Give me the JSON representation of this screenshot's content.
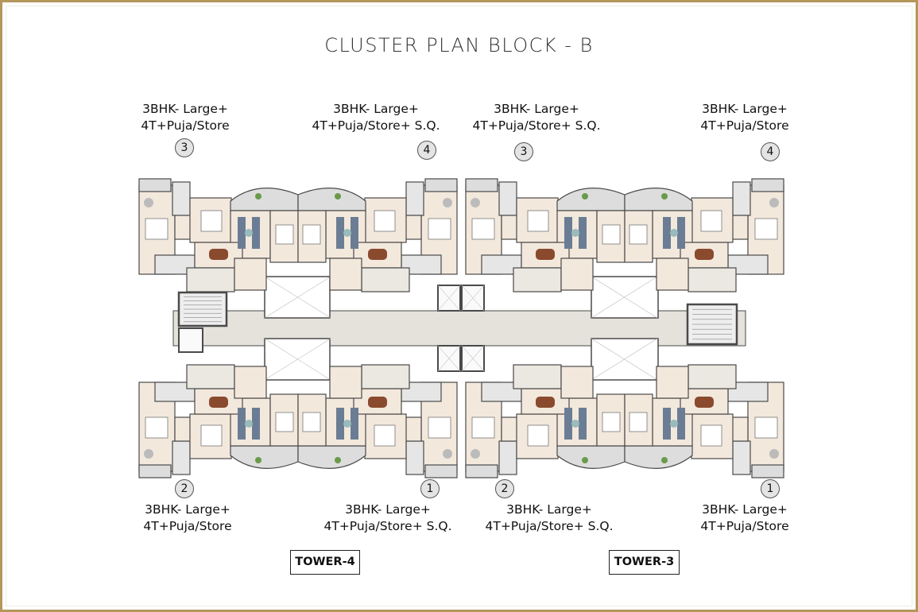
{
  "title": "CLUSTER PLAN BLOCK - B",
  "towers": [
    {
      "label": "TOWER-4",
      "units": [
        {
          "number": "3",
          "line1": "3BHK- Large+",
          "line2": "4T+Puja/Store"
        },
        {
          "number": "4",
          "line1": "3BHK- Large+",
          "line2": "4T+Puja/Store+ S.Q."
        },
        {
          "number": "2",
          "line1": "3BHK- Large+",
          "line2": "4T+Puja/Store"
        },
        {
          "number": "1",
          "line1": "3BHK- Large+",
          "line2": "4T+Puja/Store+ S.Q."
        }
      ]
    },
    {
      "label": "TOWER-3",
      "units": [
        {
          "number": "3",
          "line1": "3BHK- Large+",
          "line2": "4T+Puja/Store+ S.Q."
        },
        {
          "number": "4",
          "line1": "3BHK- Large+",
          "line2": "4T+Puja/Store"
        },
        {
          "number": "2",
          "line1": "3BHK- Large+",
          "line2": "4T+Puja/Store+ S.Q."
        },
        {
          "number": "1",
          "line1": "3BHK- Large+",
          "line2": "4T+Puja/Store"
        }
      ]
    }
  ],
  "colors": {
    "border": "#b3975b",
    "room": "#f3e8dc",
    "corridor": "#e5e1db",
    "wall": "#4a4a4a",
    "sofa": "#6b7d94",
    "table": "#8a4a2e"
  }
}
